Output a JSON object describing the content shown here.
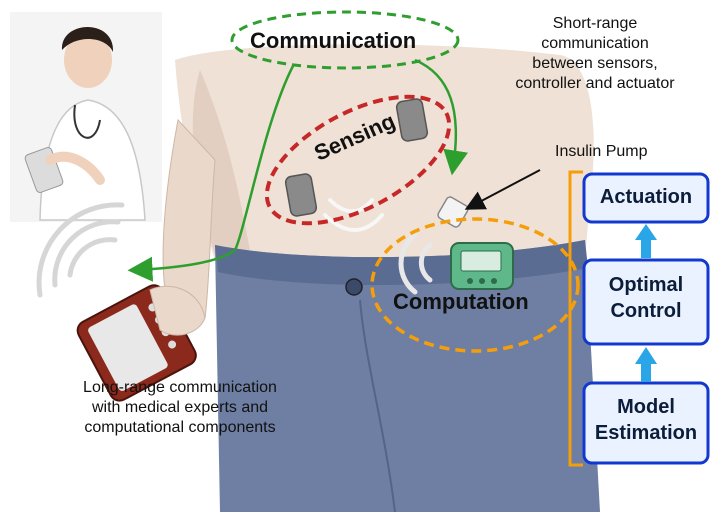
{
  "labels": {
    "communication": "Communication",
    "sensing": "Sensing",
    "computation": "Computation",
    "short_range": "Short-range\ncommunication\nbetween sensors,\ncontroller and actuator",
    "insulin_pump": "Insulin Pump",
    "long_range": "Long-range communication\nwith medical experts and\ncomputational components"
  },
  "pipeline": [
    {
      "name": "actuation",
      "label": "Actuation"
    },
    {
      "name": "optimal-control",
      "label": "Optimal\nControl"
    },
    {
      "name": "model-estimation",
      "label": "Model\nEstimation"
    }
  ],
  "colors": {
    "communication_ring": "#2e9e2e",
    "sensing_ring": "#c62828",
    "computation_ring": "#f59e0b",
    "arrow_green": "#2e9e2e",
    "box_border": "#1238d0",
    "box_fill": "#eaf2ff",
    "up_arrow": "#2aa6e8",
    "bracket": "#f59e0b",
    "jeans": "#6e7fa3",
    "skin": "#efe1d6"
  },
  "icons": [
    "doctor-illustration",
    "smartphone-icon",
    "sensor-patch-icon",
    "insulin-pump-icon",
    "signal-waves-icon"
  ]
}
